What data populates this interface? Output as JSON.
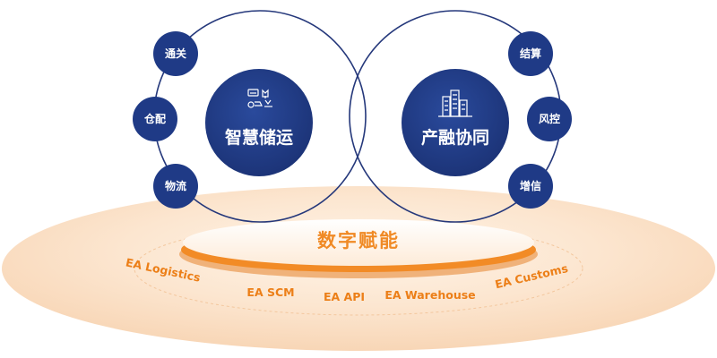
{
  "left_hub": {
    "title": "智慧储运",
    "icon": "warehouse-logistics-icon",
    "nodes": [
      "通关",
      "仓配",
      "物流"
    ]
  },
  "right_hub": {
    "title": "产融协同",
    "icon": "city-buildings-icon",
    "nodes": [
      "结算",
      "风控",
      "增信"
    ]
  },
  "base": {
    "title": "数字赋能",
    "products": [
      "EA Logistics",
      "EA SCM",
      "EA API",
      "EA Warehouse",
      "EA Customs"
    ]
  },
  "colors": {
    "navy": "#1f3a86",
    "ring": "#25387b",
    "orange": "#ee8420",
    "platform": "#fbe1c6"
  }
}
